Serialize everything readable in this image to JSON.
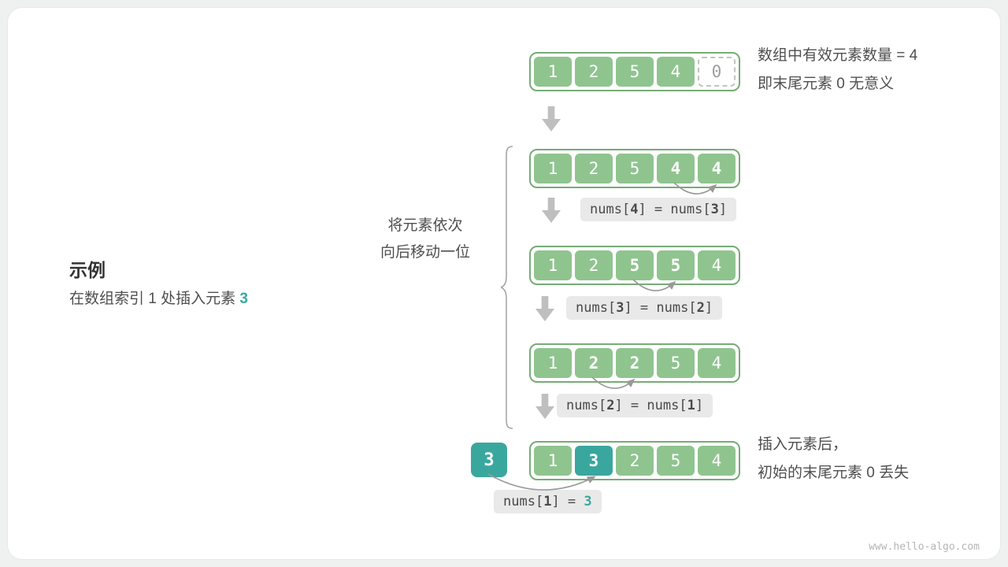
{
  "colors": {
    "green": "#8FC48F",
    "green-border": "#76AC76",
    "teal": "#3AA79F",
    "arrow-gray": "#BFBFBF",
    "arc-gray": "#999999",
    "badge-bg": "#E9E9E9",
    "text-dark": "#4A4A4A",
    "text-note": "#4F4F4F",
    "watermark": "#B5B5B5",
    "dashed-border": "#C2C2C2",
    "dashed-text": "#9E9E9E",
    "page-bg": "#EFF1F1",
    "card-bg": "#FFFFFF",
    "brace": "#A0A0A0"
  },
  "example": {
    "title": "示例",
    "subtitle_prefix": "在数组索引 1 处插入元素 ",
    "subtitle_value": "3"
  },
  "notes": {
    "top": {
      "line1": "数组中有效元素数量 = 4",
      "line2": "即末尾元素 0 无意义"
    },
    "shift": {
      "line1": "将元素依次",
      "line2": "向后移动一位"
    },
    "bottom": {
      "line1": "插入元素后，",
      "line2": "初始的末尾元素 0 丢失"
    }
  },
  "watermark": "www.hello-algo.com",
  "insert_cell": {
    "v": "3"
  },
  "arrays": [
    {
      "name": "initial",
      "cells": [
        {
          "v": "1",
          "s": "green"
        },
        {
          "v": "2",
          "s": "green"
        },
        {
          "v": "5",
          "s": "green"
        },
        {
          "v": "4",
          "s": "green"
        },
        {
          "v": "0",
          "s": "dashed"
        }
      ]
    },
    {
      "name": "shift-step-1",
      "cells": [
        {
          "v": "1",
          "s": "green"
        },
        {
          "v": "2",
          "s": "green"
        },
        {
          "v": "5",
          "s": "green"
        },
        {
          "v": "4",
          "s": "green-bold"
        },
        {
          "v": "4",
          "s": "green-bold"
        }
      ]
    },
    {
      "name": "shift-step-2",
      "cells": [
        {
          "v": "1",
          "s": "green"
        },
        {
          "v": "2",
          "s": "green"
        },
        {
          "v": "5",
          "s": "green-bold"
        },
        {
          "v": "5",
          "s": "green-bold"
        },
        {
          "v": "4",
          "s": "green"
        }
      ]
    },
    {
      "name": "shift-step-3",
      "cells": [
        {
          "v": "1",
          "s": "green"
        },
        {
          "v": "2",
          "s": "green-bold"
        },
        {
          "v": "2",
          "s": "green-bold"
        },
        {
          "v": "5",
          "s": "green"
        },
        {
          "v": "4",
          "s": "green"
        }
      ]
    },
    {
      "name": "final",
      "cells": [
        {
          "v": "1",
          "s": "green"
        },
        {
          "v": "3",
          "s": "teal"
        },
        {
          "v": "2",
          "s": "green"
        },
        {
          "v": "5",
          "s": "green"
        },
        {
          "v": "4",
          "s": "green"
        }
      ]
    }
  ],
  "ops": [
    {
      "p1": "nums[",
      "i1": "4",
      "p2": "] = nums[",
      "i2": "3",
      "p3": "]"
    },
    {
      "p1": "nums[",
      "i1": "3",
      "p2": "] = nums[",
      "i2": "2",
      "p3": "]"
    },
    {
      "p1": "nums[",
      "i1": "2",
      "p2": "] = nums[",
      "i2": "1",
      "p3": "]"
    },
    {
      "p1": "nums[",
      "i1": "1",
      "p2": "] = ",
      "val": "3"
    }
  ]
}
